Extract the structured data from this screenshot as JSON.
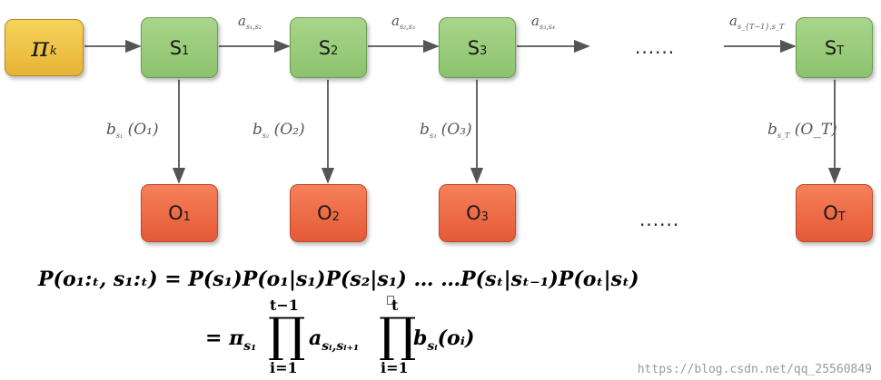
{
  "nodes": {
    "pi": {
      "symbol": "π",
      "sub": "k"
    },
    "s1": {
      "label": "S",
      "sub": "1"
    },
    "s2": {
      "label": "S",
      "sub": "2"
    },
    "s3": {
      "label": "S",
      "sub": "3"
    },
    "sT": {
      "label": "S",
      "sub": "T"
    },
    "o1": {
      "label": "O",
      "sub": "1"
    },
    "o2": {
      "label": "O",
      "sub": "2"
    },
    "o3": {
      "label": "O",
      "sub": "3"
    },
    "oT": {
      "label": "O",
      "sub": "T"
    }
  },
  "edge_labels": {
    "a12": {
      "main": "a",
      "sub": "s₁,s₂"
    },
    "a23": {
      "main": "a",
      "sub": "s₂,s₃"
    },
    "a34": {
      "main": "a",
      "sub": "s₃,s₄"
    },
    "aT": {
      "main": "a",
      "sub": "s_{T−1},s_T"
    },
    "b1": {
      "main": "b",
      "sub": "s₁",
      "arg": "(O₁)"
    },
    "b2": {
      "main": "b",
      "sub": "s₂",
      "arg": "(O₂)"
    },
    "b3": {
      "main": "b",
      "sub": "s₃",
      "arg": "(O₃)"
    },
    "bT": {
      "main": "b",
      "sub": "s_T",
      "arg": "(O_T)"
    }
  },
  "ellipsis_top": "......",
  "ellipsis_bottom": "......",
  "equation": {
    "line1": "P(o₁:ₜ, s₁:ₜ) = P(s₁)P(o₁|s₁)P(s₂|s₁) … …P(sₜ|sₜ₋₁)P(oₜ|sₜ)",
    "line2_prefix": "= π",
    "line2_prefix_sub": "s₁",
    "prod1_upper": "t−1",
    "prod1_lower": "i=1",
    "prod1_term": "a",
    "prod1_term_sub": "sᵢ,sᵢ₊₁",
    "prod2_upper": "t",
    "prod2_lower": "i=1",
    "prod2_term": "b",
    "prod2_term_sub": "sᵢ",
    "prod2_term_arg": "(oᵢ)",
    "product_symbol": "∏"
  },
  "watermark": "https://blog.csdn.net/qq_25560849",
  "colors": {
    "pi_fill": "#f0c44a",
    "state_fill": "#9ccc7c",
    "obs_fill": "#ee6b45",
    "arrow": "#555555"
  }
}
